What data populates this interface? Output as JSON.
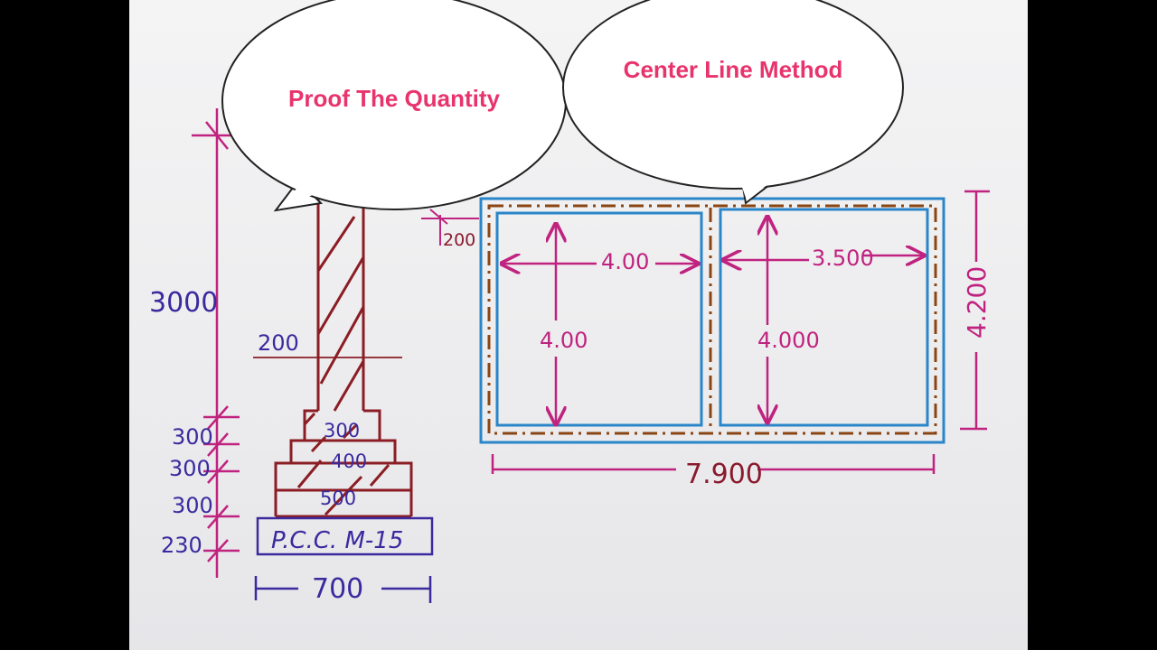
{
  "bubbles": {
    "left": "Proof The Quantity",
    "right": "Center Line Method"
  },
  "section": {
    "wall_height": "3000",
    "wall_width": "200",
    "step_height_1": "300",
    "step_height_2": "300",
    "step_height_3": "300",
    "pcc_height": "230",
    "step_width_1": "300",
    "step_width_2": "400",
    "step_width_3": "500",
    "pcc_label": "P.C.C. M-15",
    "pcc_width": "700"
  },
  "plan": {
    "wall_thickness": "200",
    "room1_width": "4.00",
    "room1_depth": "4.00",
    "room2_width": "3.500",
    "room2_depth": "4.000",
    "total_depth": "4.200",
    "total_length": "7.900"
  },
  "colors": {
    "bubble_text": "#e8336d",
    "dimension": "#c0237f",
    "dimension_label": "#8a1a2e",
    "section_label": "#3a2a9e",
    "wall_hatch": "#8b1d24",
    "plan_outline": "#2a86c9",
    "center_line": "#8b4513"
  }
}
